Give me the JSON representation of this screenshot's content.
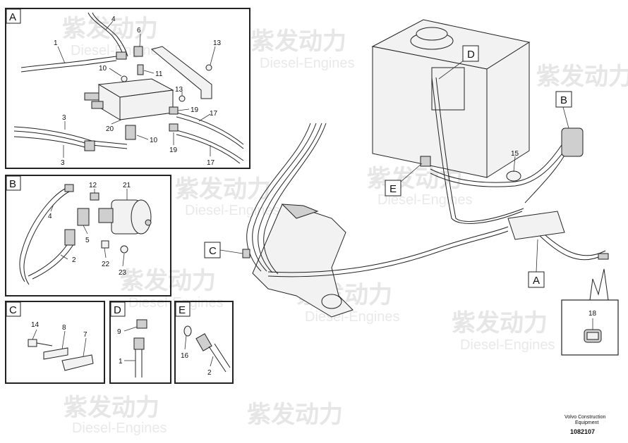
{
  "watermark": {
    "cn": "紫发动力",
    "en": "Diesel-Engines"
  },
  "panels": {
    "A": {
      "label": "A",
      "callouts": [
        "1",
        "4",
        "6",
        "13",
        "10",
        "11",
        "13",
        "19",
        "17",
        "3",
        "20",
        "10",
        "19",
        "3",
        "17"
      ]
    },
    "B": {
      "label": "B",
      "callouts": [
        "4",
        "12",
        "21",
        "5",
        "2",
        "22",
        "23"
      ]
    },
    "C": {
      "label": "C",
      "callouts": [
        "14",
        "8",
        "7"
      ]
    },
    "D": {
      "label": "D",
      "callouts": [
        "9",
        "1"
      ]
    },
    "E": {
      "label": "E",
      "callouts": [
        "16",
        "2"
      ]
    }
  },
  "main": {
    "view_labels": [
      "D",
      "B",
      "E",
      "C",
      "A"
    ],
    "callouts": [
      "15"
    ]
  },
  "detail": {
    "callout": "18"
  },
  "footer": {
    "line1": "Volvo Construction",
    "line2": "Equipment",
    "doc_number": "1082107"
  }
}
